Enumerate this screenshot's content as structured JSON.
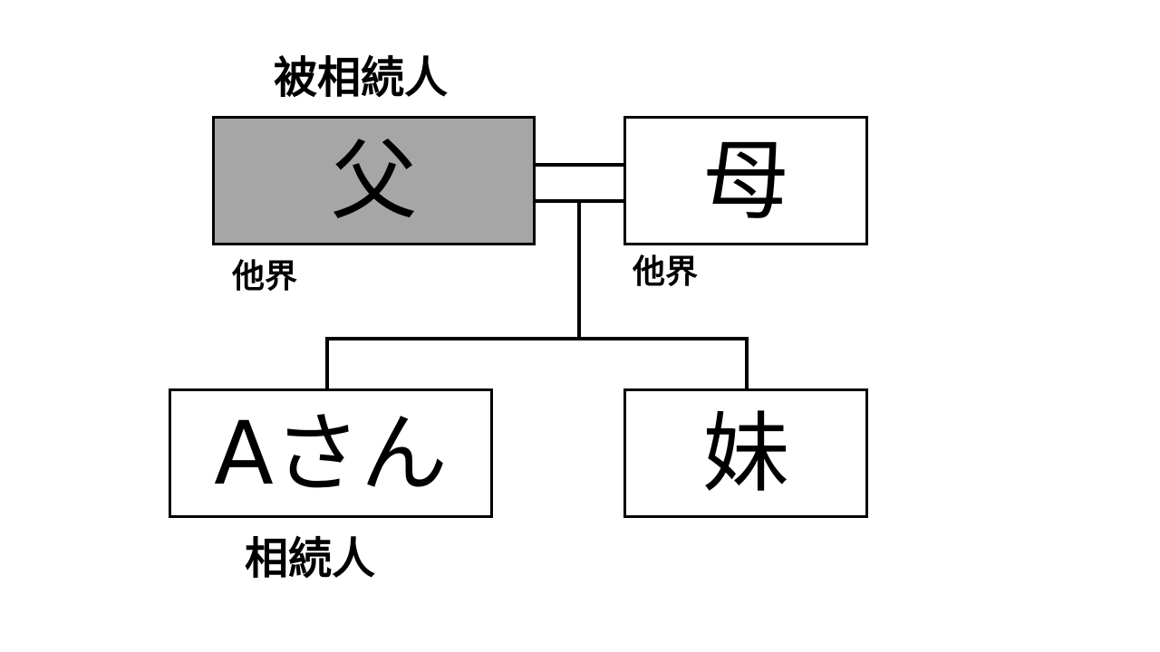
{
  "diagram": {
    "role_labels": {
      "decedent": "被相続人",
      "heir": "相続人"
    },
    "people": {
      "father": {
        "name": "父",
        "status": "他界"
      },
      "mother": {
        "name": "母",
        "status": "他界"
      },
      "person_a": {
        "name": "Aさん"
      },
      "sister": {
        "name": "妹"
      }
    },
    "colors": {
      "deceased_fill": "#a6a6a6",
      "box_fill": "#ffffff",
      "stroke": "#000000"
    }
  }
}
